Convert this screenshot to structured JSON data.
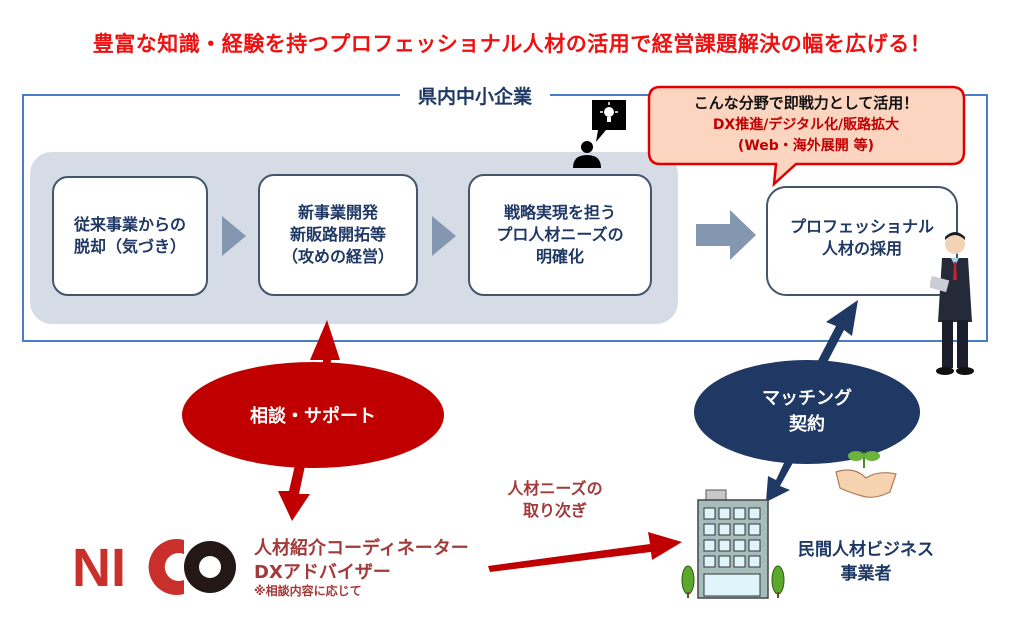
{
  "headline": "豊富な知識・経験を持つプロフェッショナル人材の活用で経営課題解決の幅を広げる！",
  "sme_frame": {
    "label": "県内中小企業",
    "steps": [
      {
        "text": "従来事業からの\n脱却（気づき）"
      },
      {
        "text": "新事業開発\n新販路開拓等\n（攻めの経営）"
      },
      {
        "text": "戦略実現を担う\nプロ人材ニーズの\n明確化"
      }
    ],
    "hire_box": "プロフェッショナル\n人材の採用"
  },
  "callout": {
    "line1": "こんな分野で即戦力として活用！",
    "line2": "DX推進/デジタル化/販路拡大",
    "line3": "(Web・海外展開 等)"
  },
  "support_ellipse": "相談・サポート",
  "matching_ellipse": "マッチング\n契約",
  "nico": {
    "logo_text": "NICO",
    "role1": "人材紹介コーディネーター",
    "role2": "DXアドバイザー",
    "note": "※相談内容に応じて"
  },
  "handoff_label": "人材ニーズの\n取り次ぎ",
  "business": "民間人材ビジネス\n事業者",
  "icons": {
    "idea": "person-lightbulb-icon",
    "businessman": "businessman-icon",
    "handshake": "handshake-sprout-icon",
    "building": "office-building-icon"
  },
  "colors": {
    "headline": "#ee1111",
    "frame": "#4a7cc9",
    "navy": "#1f3864",
    "support_red": "#c00000",
    "callout_fill": "#fbd5c0",
    "callout_border": "#e00000",
    "band": "#d6dce5",
    "chevron": "#8497b0"
  }
}
